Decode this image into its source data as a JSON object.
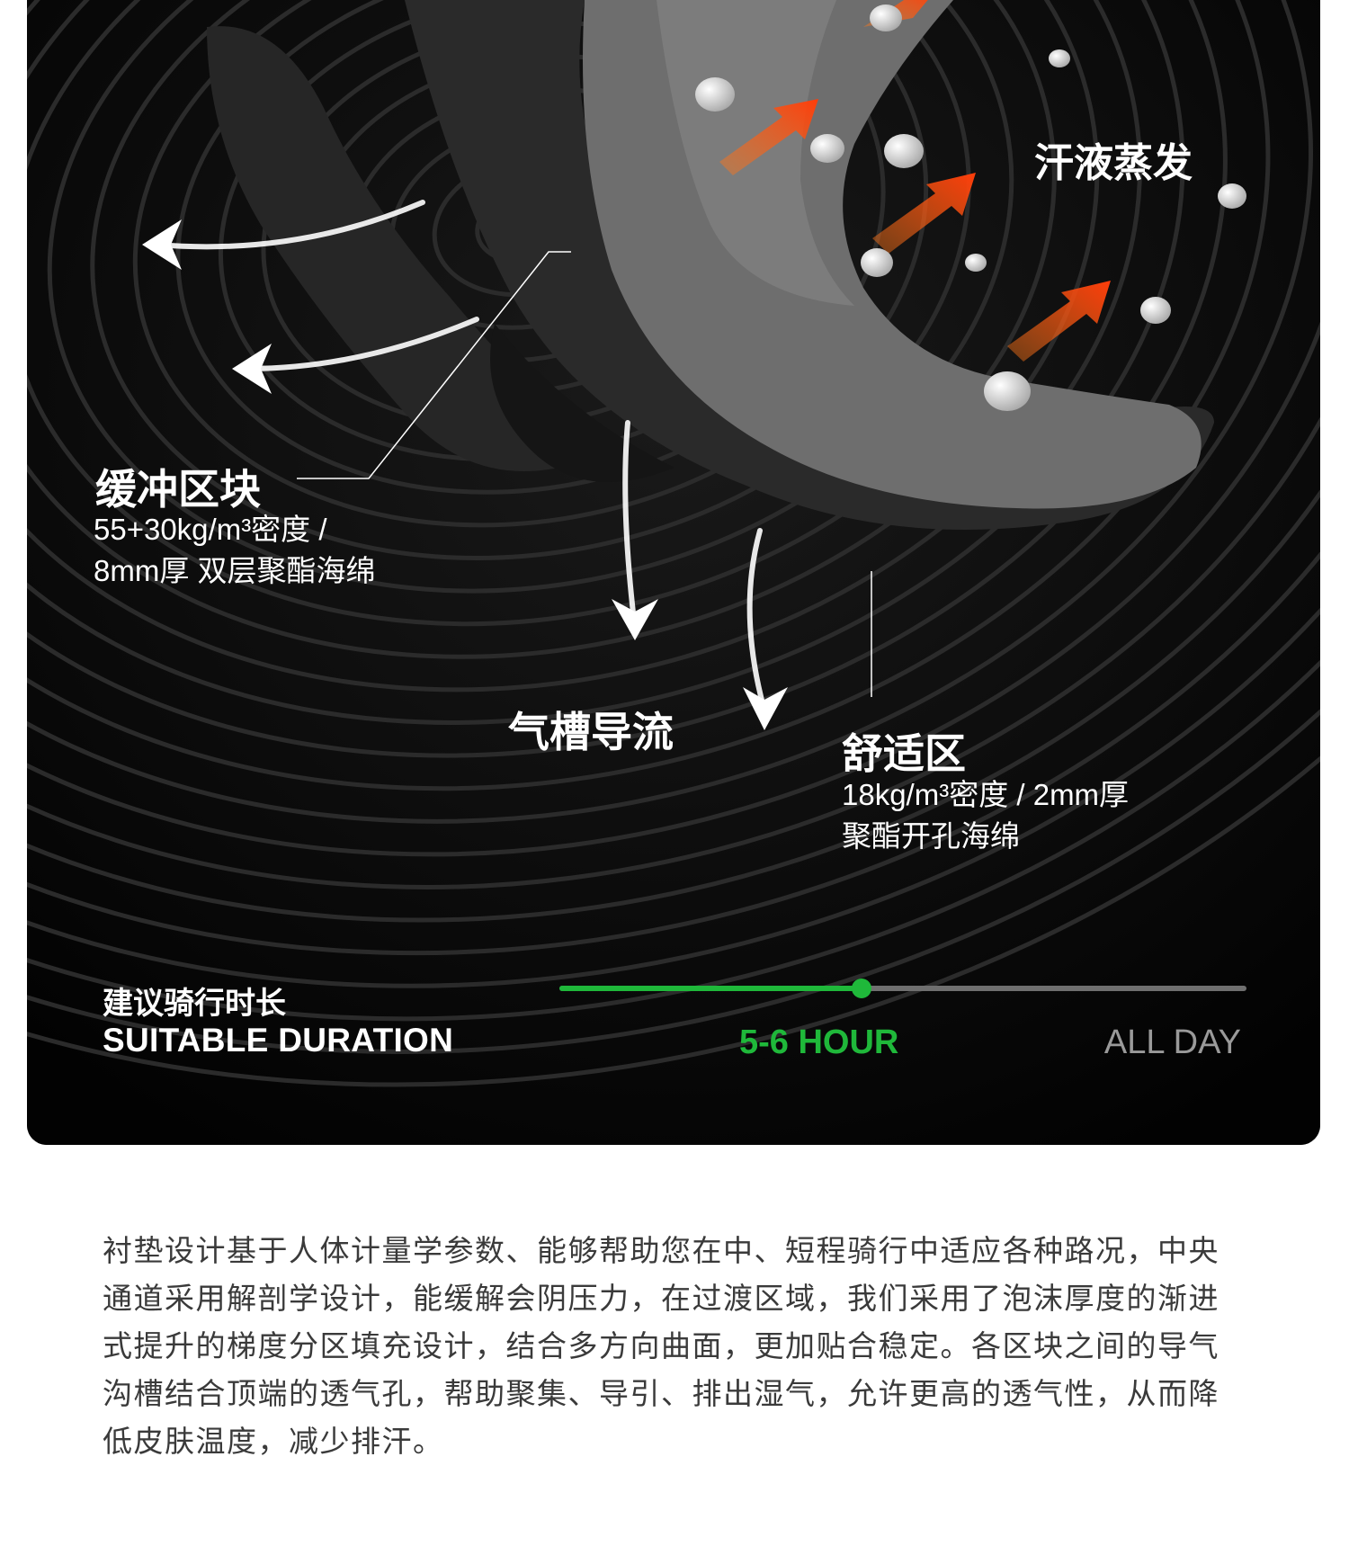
{
  "features": {
    "sweat": "汗液蒸发",
    "cushion": {
      "title": "缓冲区块",
      "line1": "55+30kg/m³密度 /",
      "line2": "8mm厚 双层聚酯海绵"
    },
    "airflow": "气槽导流",
    "comfort": {
      "title": "舒适区",
      "line1": "18kg/m³密度 / 2mm厚",
      "line2": "聚酯开孔海绵"
    }
  },
  "duration": {
    "label_cn": "建议骑行时长",
    "label_en": "SUITABLE DURATION",
    "value_label": "5-6 HOUR",
    "max_label": "ALL DAY",
    "level_fraction": 0.44
  },
  "description": "衬垫设计基于人体计量学参数、能够帮助您在中、短程骑行中适应各种路况，中央通道采用解剖学设计，能缓解会阴压力，在过渡区域，我们采用了泡沫厚度的渐进式提升的梯度分区填充设计，结合多方向曲面，更加贴合稳定。各区块之间的导气沟槽结合顶端的透气孔，帮助聚集、导引、排出湿气，允许更高的透气性，从而降低皮肤温度，减少排汗。",
  "colors": {
    "accent_green": "#1fb83a",
    "arrow_orange": "#ff4a12",
    "background": "#050505"
  }
}
